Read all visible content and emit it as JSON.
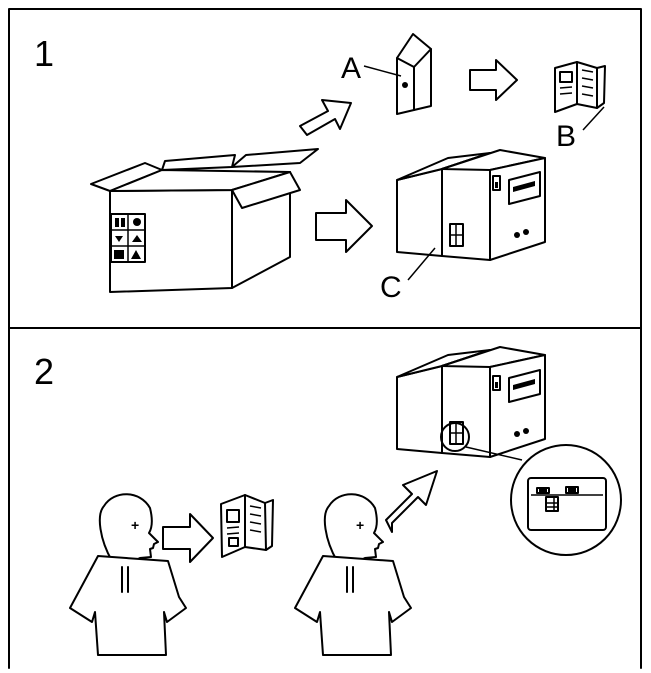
{
  "panels": [
    {
      "number": "1",
      "labels": {
        "a": "A",
        "b": "B",
        "c": "C"
      }
    },
    {
      "number": "2"
    }
  ],
  "icons": [
    "box-icon",
    "document-icon",
    "manual-icon",
    "printer-icon",
    "arrow-icon",
    "person-icon",
    "magnifier-icon"
  ]
}
